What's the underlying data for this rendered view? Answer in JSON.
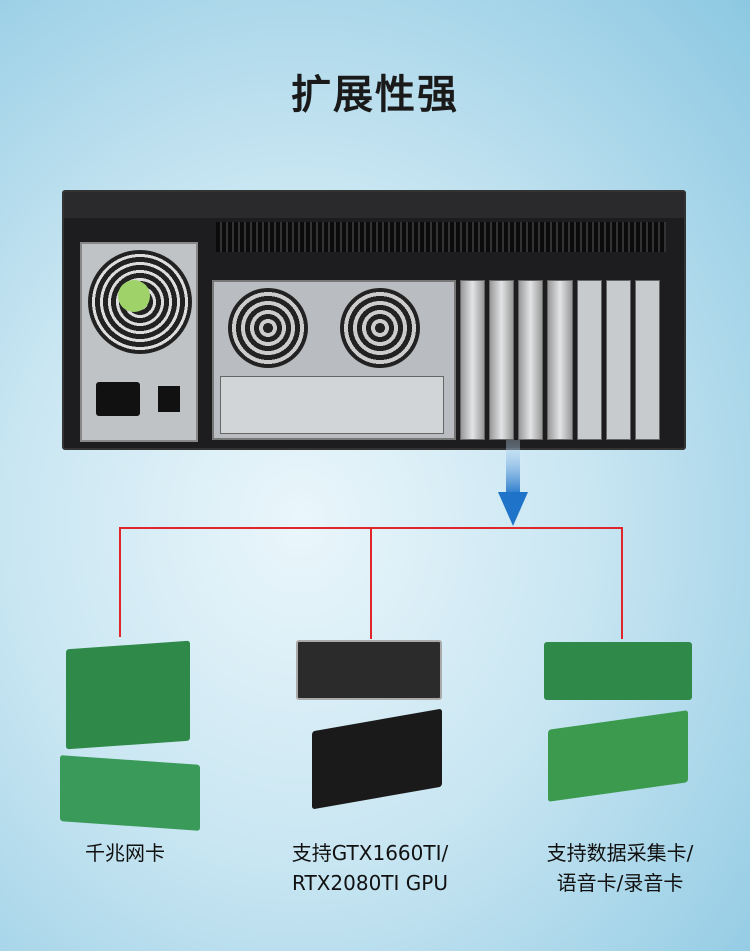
{
  "title": "扩展性强",
  "colors": {
    "connector_line": "#e0262a",
    "arrow": "#1f73c9",
    "pcb_green": "#2f8a4a"
  },
  "items": [
    {
      "label_line1": "千兆网卡",
      "label_line2": ""
    },
    {
      "label_line1": "支持GTX1660TI/",
      "label_line2": "RTX2080TI GPU"
    },
    {
      "label_line1": "支持数据采集卡/",
      "label_line2": "语音卡/录音卡"
    }
  ]
}
